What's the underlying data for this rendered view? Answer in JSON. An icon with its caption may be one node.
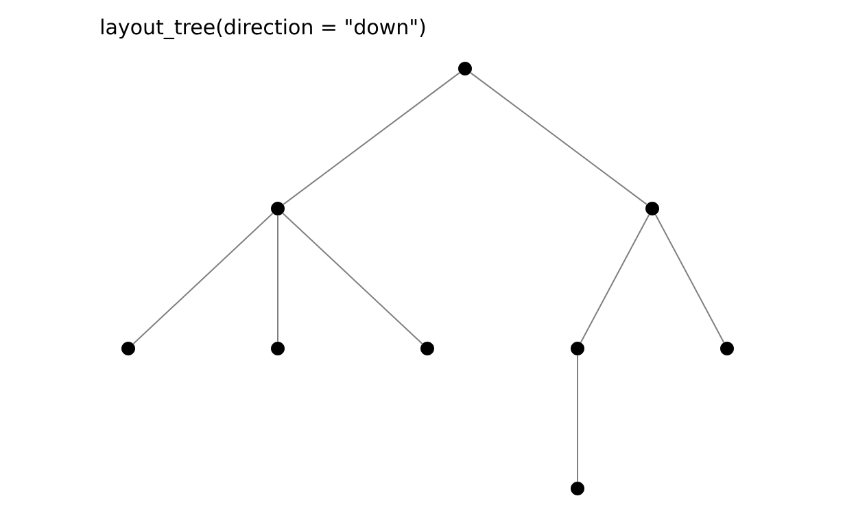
{
  "diagram": {
    "title": "layout_tree(direction = \"down\")",
    "nodes": [
      {
        "text": [],
        "shape": "circle"
      },
      {
        "text": [],
        "shape": "circle"
      },
      {
        "text": [],
        "shape": "circle"
      },
      {
        "text": [],
        "shape": "circle"
      },
      {
        "text": [],
        "shape": "circle"
      },
      {
        "text": [],
        "shape": "circle"
      },
      {
        "text": [],
        "shape": "circle"
      },
      {
        "text": [],
        "shape": "circle"
      },
      {
        "text": [],
        "shape": "circle"
      }
    ],
    "edges": [
      {
        "from": 0,
        "to": 1,
        "arrow": "none"
      },
      {
        "from": 0,
        "to": 2,
        "arrow": "none"
      },
      {
        "from": 1,
        "to": 3,
        "arrow": "none"
      },
      {
        "from": 1,
        "to": 4,
        "arrow": "none"
      },
      {
        "from": 1,
        "to": 5,
        "arrow": "none"
      },
      {
        "from": 2,
        "to": 6,
        "arrow": "none"
      },
      {
        "from": 2,
        "to": 7,
        "arrow": "none"
      },
      {
        "from": 6,
        "to": 8,
        "arrow": "none"
      }
    ]
  }
}
